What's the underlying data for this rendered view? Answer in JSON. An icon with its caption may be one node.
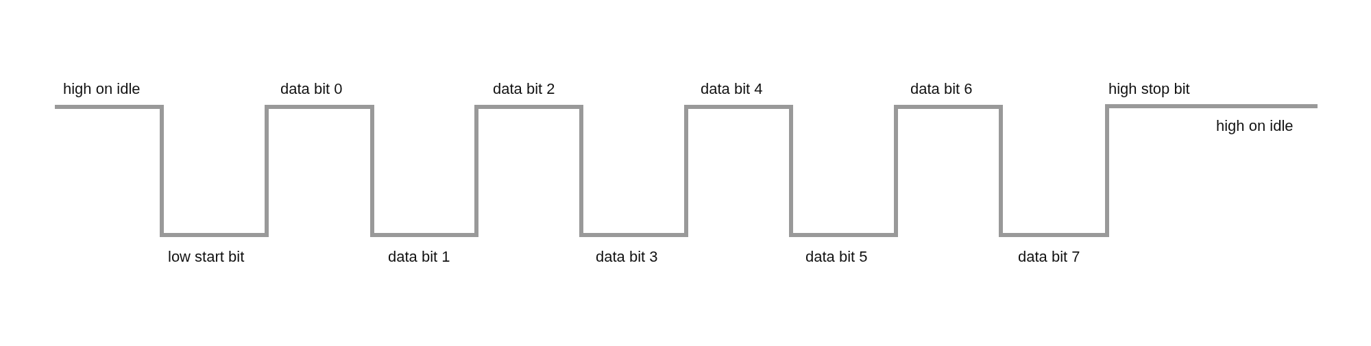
{
  "diagram": {
    "labels": [
      "high on idle",
      "low start bit",
      "data bit 0",
      "data bit 1",
      "data bit 2",
      "data bit 3",
      "data bit 4",
      "data bit 5",
      "data bit 6",
      "data bit 7",
      "high stop bit",
      "high on idle"
    ]
  }
}
